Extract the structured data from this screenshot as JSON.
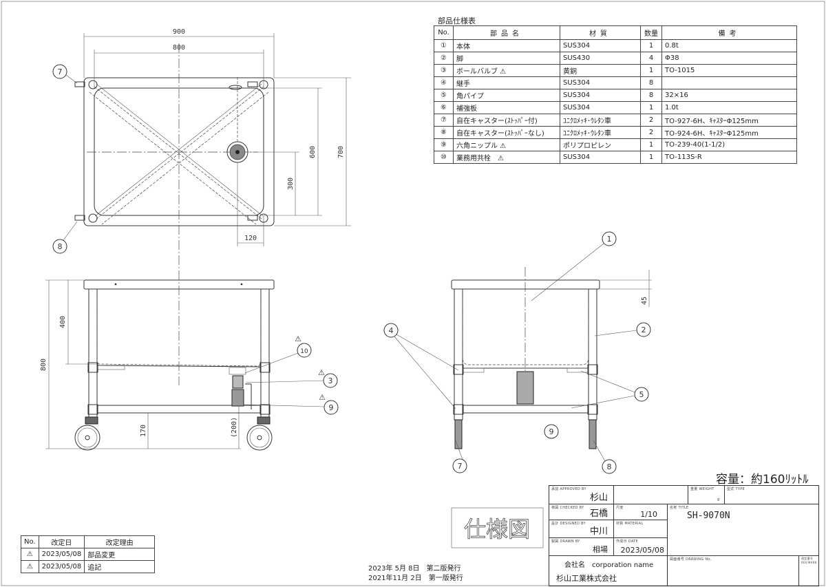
{
  "parts_table": {
    "title": "部品仕様表",
    "headers": [
      "No.",
      "部品名",
      "材質",
      "数量",
      "備考"
    ],
    "rows": [
      {
        "no": "①",
        "name": "本体",
        "material": "SUS304",
        "qty": "1",
        "note": "0.8t"
      },
      {
        "no": "②",
        "name": "脚",
        "material": "SUS430",
        "qty": "4",
        "note": "Φ38"
      },
      {
        "no": "③",
        "name": "ボールバルブ ⚠",
        "material": "黄銅",
        "qty": "1",
        "note": "TO-1015"
      },
      {
        "no": "④",
        "name": "継手",
        "material": "SUS304",
        "qty": "8",
        "note": ""
      },
      {
        "no": "⑤",
        "name": "角パイプ",
        "material": "SUS304",
        "qty": "8",
        "note": "32×16"
      },
      {
        "no": "⑥",
        "name": "補強板",
        "material": "SUS304",
        "qty": "1",
        "note": "1.0t"
      },
      {
        "no": "⑦",
        "name": "自在キャスター(ｽﾄｯﾊﾟｰ付)",
        "material": "ﾕﾆｸﾛﾒｯｷ･ｳﾚﾀﾝ車",
        "qty": "2",
        "note": "TO-927-6H、ｷｬｽﾀｰΦ125mm"
      },
      {
        "no": "⑧",
        "name": "自在キャスター(ｽﾄｯﾊﾟｰなし)",
        "material": "ﾕﾆｸﾛﾒｯｷ･ｳﾚﾀﾝ車",
        "qty": "2",
        "note": "TO-924-6H、ｷｬｽﾀｰΦ125mm"
      },
      {
        "no": "⑨",
        "name": "六角ニップル ⚠",
        "material": "ポリプロピレン",
        "qty": "1",
        "note": "TO-239-40(1-1/2)"
      },
      {
        "no": "⑩",
        "name": "業務用共栓　⚠",
        "material": "SUS304",
        "qty": "1",
        "note": "TO-113S-R"
      }
    ]
  },
  "dimensions": {
    "top": {
      "w_outer": "900",
      "w_inner": "800",
      "d_inner": "600",
      "d_outer": "700",
      "drain_y": "300",
      "drain_x": "120"
    },
    "front": {
      "height": "800",
      "depth": "400",
      "shelf": "170",
      "valve": "(200)"
    },
    "side": {
      "rim": "45"
    }
  },
  "callouts": [
    "1",
    "2",
    "3",
    "4",
    "5",
    "7",
    "8",
    "9",
    "10"
  ],
  "revision_mark": "⚠",
  "capacity": "容量：約160ﾘｯﾄﾙ",
  "stamp": "仕様図",
  "issue_history": [
    "2023年 5月 8日　第二版発行",
    "2021年11月 2日　第一版発行"
  ],
  "revisions": {
    "headers": [
      "No.",
      "改定日",
      "改定理由"
    ],
    "rows": [
      {
        "mark": "⚠",
        "date": "2023/05/08",
        "reason": "部品変更"
      },
      {
        "mark": "⚠",
        "date": "2023/05/08",
        "reason": "追記"
      }
    ]
  },
  "title_block": {
    "approved_label": "承認 APPROVED BY",
    "approved": "杉山",
    "checked_label": "検図 CHECKED BY",
    "checked": "石橋",
    "designed_label": "設計 DESIGNED BY",
    "designed": "中川",
    "drawn_label": "製図 DRAWN BY",
    "drawn": "相場",
    "scale_label": "尺度",
    "scale": "1/10",
    "material_label": "材質 MATERIAL",
    "date_label": "作成日 DATE",
    "date": "2023/05/08",
    "weight_label": "重量 WEIGHT",
    "weight_unit": "g",
    "type_label": "型式 TYPE",
    "title_label": "名称 TITLE",
    "title": "SH-9070N",
    "company_label": "会社名　corporation name",
    "company": "杉山工業株式会社",
    "drawing_no_label": "図面番号 DRAWING No.",
    "rev_no_label": "改定番号 REV.MARK"
  }
}
